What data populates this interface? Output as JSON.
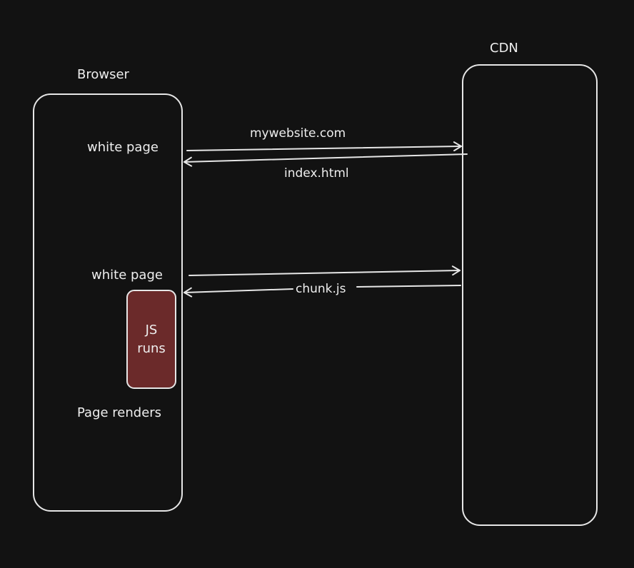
{
  "participants": {
    "browser": {
      "label": "Browser"
    },
    "cdn": {
      "label": "CDN"
    }
  },
  "messages": {
    "request_site": "mywebsite.com",
    "response_index": "index.html",
    "response_chunk": "chunk.js"
  },
  "browser_states": {
    "first": "white page",
    "second": "white page",
    "final": "Page renders"
  },
  "js_box": {
    "line1": "JS",
    "line2": "runs"
  },
  "colors": {
    "background": "#121212",
    "stroke": "#e6e6e6",
    "js_box_fill": "#6b2a2a"
  }
}
